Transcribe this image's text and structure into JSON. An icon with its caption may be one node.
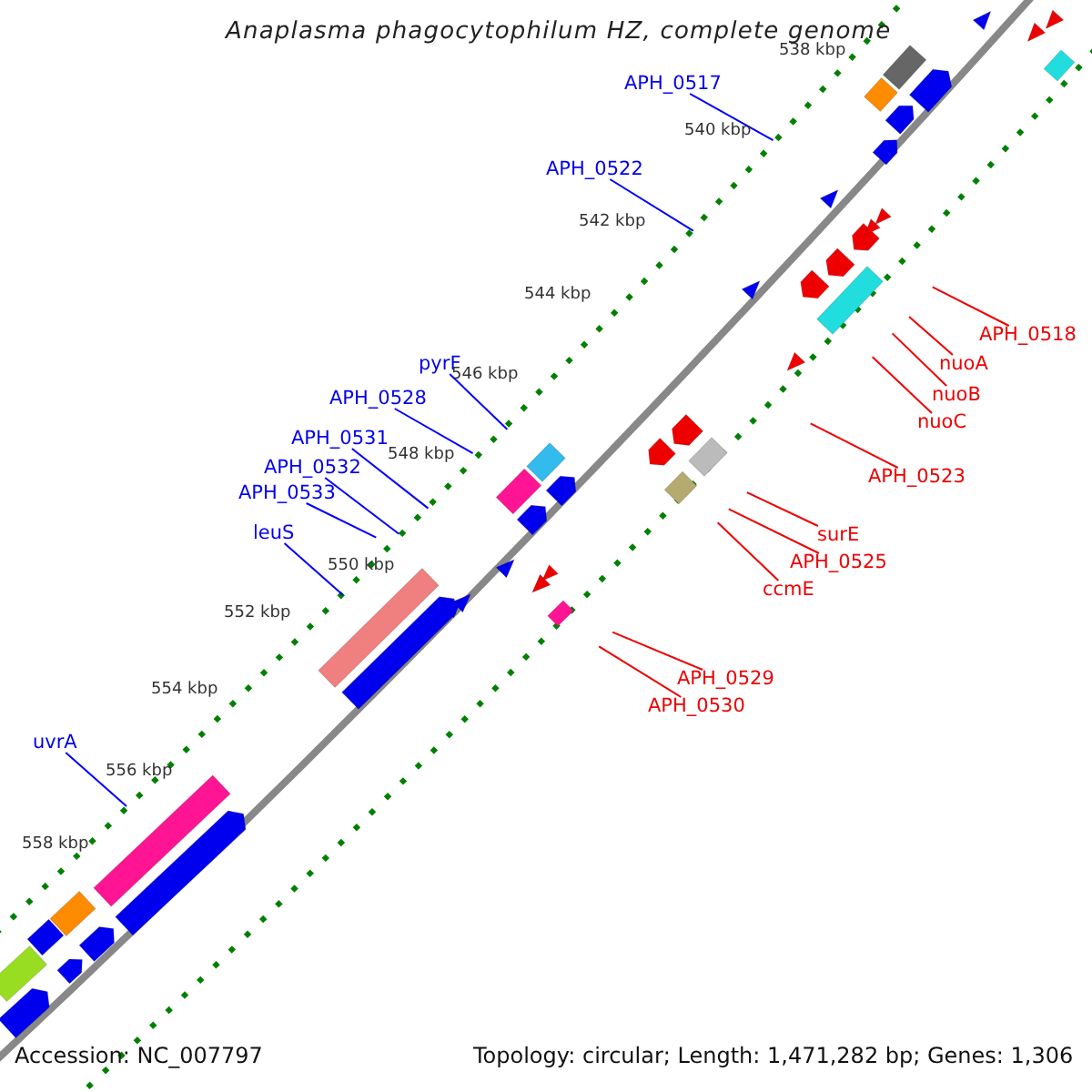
{
  "diagram": {
    "title": "Anaplasma phagocytophilum HZ, complete genome",
    "nodes": [
      {
        "text": [
          "APH_0517"
        ]
      },
      {
        "text": [
          "APH_0522"
        ]
      },
      {
        "text": [
          "APH_0518"
        ]
      },
      {
        "text": [
          "nuoA"
        ]
      },
      {
        "text": [
          "nuoB"
        ]
      },
      {
        "text": [
          "nuoC"
        ]
      },
      {
        "text": [
          "pyrF"
        ]
      },
      {
        "text": [
          "APH_0528"
        ]
      },
      {
        "text": [
          "APH_0531"
        ]
      },
      {
        "text": [
          "APH_0532"
        ]
      },
      {
        "text": [
          "APH_0523"
        ]
      },
      {
        "text": [
          "APH_0533"
        ]
      },
      {
        "text": [
          "surE"
        ]
      },
      {
        "text": [
          "APH_0525"
        ]
      },
      {
        "text": [
          "leuS"
        ]
      },
      {
        "text": [
          "ccmE"
        ]
      },
      {
        "text": [
          "APH_0529"
        ]
      },
      {
        "text": [
          "APH_0530"
        ]
      },
      {
        "text": [
          "uvrA"
        ]
      }
    ],
    "edges": [
      {
        "from": 0,
        "to": null,
        "arrow": "none",
        "color": "#0000ff"
      },
      {
        "from": 1,
        "to": null,
        "arrow": "none",
        "color": "#0000ff"
      },
      {
        "from": 2,
        "to": null,
        "arrow": "none"
      },
      {
        "from": 3,
        "to": null,
        "arrow": "none"
      },
      {
        "from": 4,
        "to": null,
        "arrow": "none"
      },
      {
        "from": 5,
        "to": null,
        "arrow": "none"
      },
      {
        "from": 6,
        "to": null,
        "arrow": "none",
        "color": "#0000ff"
      },
      {
        "from": 7,
        "to": null,
        "arrow": "none",
        "color": "#0000ff"
      },
      {
        "from": 8,
        "to": null,
        "arrow": "none",
        "color": "#0000ff"
      },
      {
        "from": 9,
        "to": null,
        "arrow": "none",
        "color": "#0000ff"
      },
      {
        "from": 10,
        "to": null,
        "arrow": "none"
      },
      {
        "from": 11,
        "to": null,
        "arrow": "none",
        "color": "#0000ff"
      },
      {
        "from": 12,
        "to": null,
        "arrow": "none"
      },
      {
        "from": 13,
        "to": null,
        "arrow": "none"
      },
      {
        "from": 14,
        "to": null,
        "arrow": "none",
        "color": "#0000ff"
      },
      {
        "from": 15,
        "to": null,
        "arrow": "none"
      },
      {
        "from": 16,
        "to": null,
        "arrow": "none"
      },
      {
        "from": 17,
        "to": null,
        "arrow": "none"
      },
      {
        "from": 18,
        "to": null,
        "arrow": "none",
        "color": "#0000ff"
      }
    ],
    "labels": [
      "538 kbp",
      "540 kbp",
      "542 kbp",
      "544 kbp",
      "546 kbp",
      "548 kbp",
      "550 kbp",
      "552 kbp",
      "554 kbp",
      "556 kbp",
      "558 kbp",
      "Accession: NC_007797",
      "Topology: circular; Length: 1,471,282 bp; Genes: 1,306"
    ]
  }
}
